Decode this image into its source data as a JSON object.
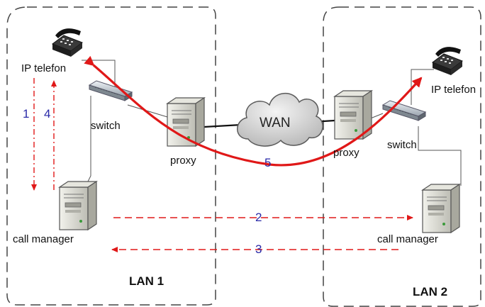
{
  "colors": {
    "signal": "#e01818",
    "numbers": "#2a2aa8",
    "cloud_fill": "#d8d8d8",
    "cloud_stroke": "#5a5a5a",
    "server_body": "#dcdcd4",
    "boundary": "#444444"
  },
  "lan1": {
    "title": "LAN 1",
    "phone_label": "IP telefon",
    "switch_label": "switch",
    "proxy_label": "proxy",
    "manager_label": "call manager"
  },
  "lan2": {
    "title": "LAN 2",
    "phone_label": "IP telefon",
    "switch_label": "switch",
    "proxy_label": "proxy",
    "manager_label": "call manager"
  },
  "wan": {
    "label": "WAN"
  },
  "steps": [
    "1",
    "2",
    "3",
    "4",
    "5"
  ],
  "icons": {
    "phone": "desk-phone-icon",
    "switch": "network-switch-icon",
    "server": "tower-server-icon",
    "cloud": "wan-cloud-icon"
  }
}
